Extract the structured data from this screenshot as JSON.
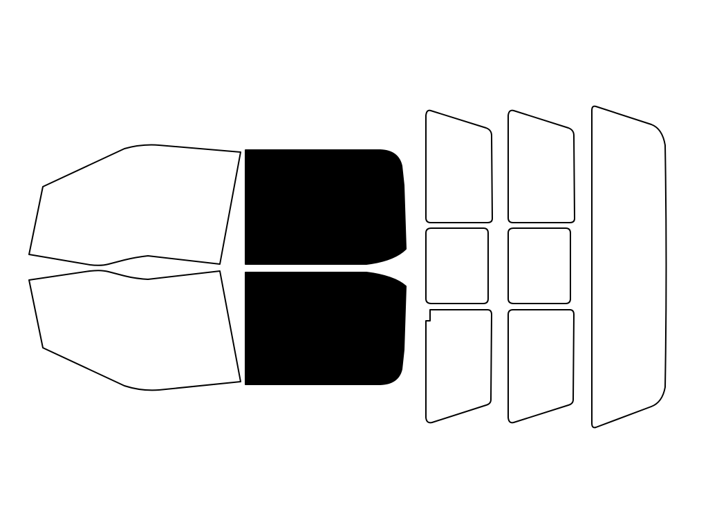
{
  "diagram": {
    "description_free": true,
    "colors": {
      "background": "#ffffff",
      "outline": "#000000",
      "selected_fill": "#000000",
      "unselected_fill": "#ffffff"
    },
    "panes": [
      {
        "id": "windshield-top-half",
        "selected": false
      },
      {
        "id": "windshield-bottom-half",
        "selected": false
      },
      {
        "id": "front-door-window-driver",
        "selected": true
      },
      {
        "id": "front-door-window-passenger",
        "selected": true
      },
      {
        "id": "rear-door-window-upper-left",
        "selected": false
      },
      {
        "id": "rear-door-window-upper-right",
        "selected": false
      },
      {
        "id": "rear-quarter-window-left",
        "selected": false
      },
      {
        "id": "rear-quarter-window-right",
        "selected": false
      },
      {
        "id": "rear-door-window-lower-left",
        "selected": false
      },
      {
        "id": "rear-door-window-lower-right",
        "selected": false
      },
      {
        "id": "back-windshield",
        "selected": false
      }
    ]
  }
}
